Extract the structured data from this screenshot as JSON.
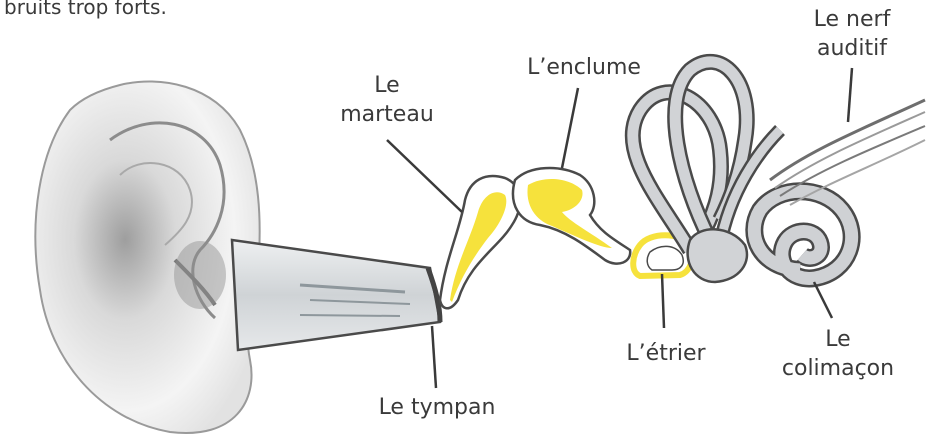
{
  "top_text": "bruits trop forts.",
  "labels": {
    "marteau": [
      "Le",
      "marteau"
    ],
    "enclume": [
      "L’enclume"
    ],
    "nerf": [
      "Le nerf",
      "auditif"
    ],
    "tympan": [
      "Le tympan"
    ],
    "etrier": [
      "L’étrier"
    ],
    "colimacon": [
      "Le",
      "colimaçon"
    ]
  },
  "colors": {
    "ossicle_yellow": "#f6e23c",
    "outline": "#4a4a4a",
    "ear_light": "#f3f3f3",
    "ear_shadow": "#b9b9b9",
    "canal_gray": "#d6d8da",
    "inner_ear_gray": "#cfd1d4"
  }
}
